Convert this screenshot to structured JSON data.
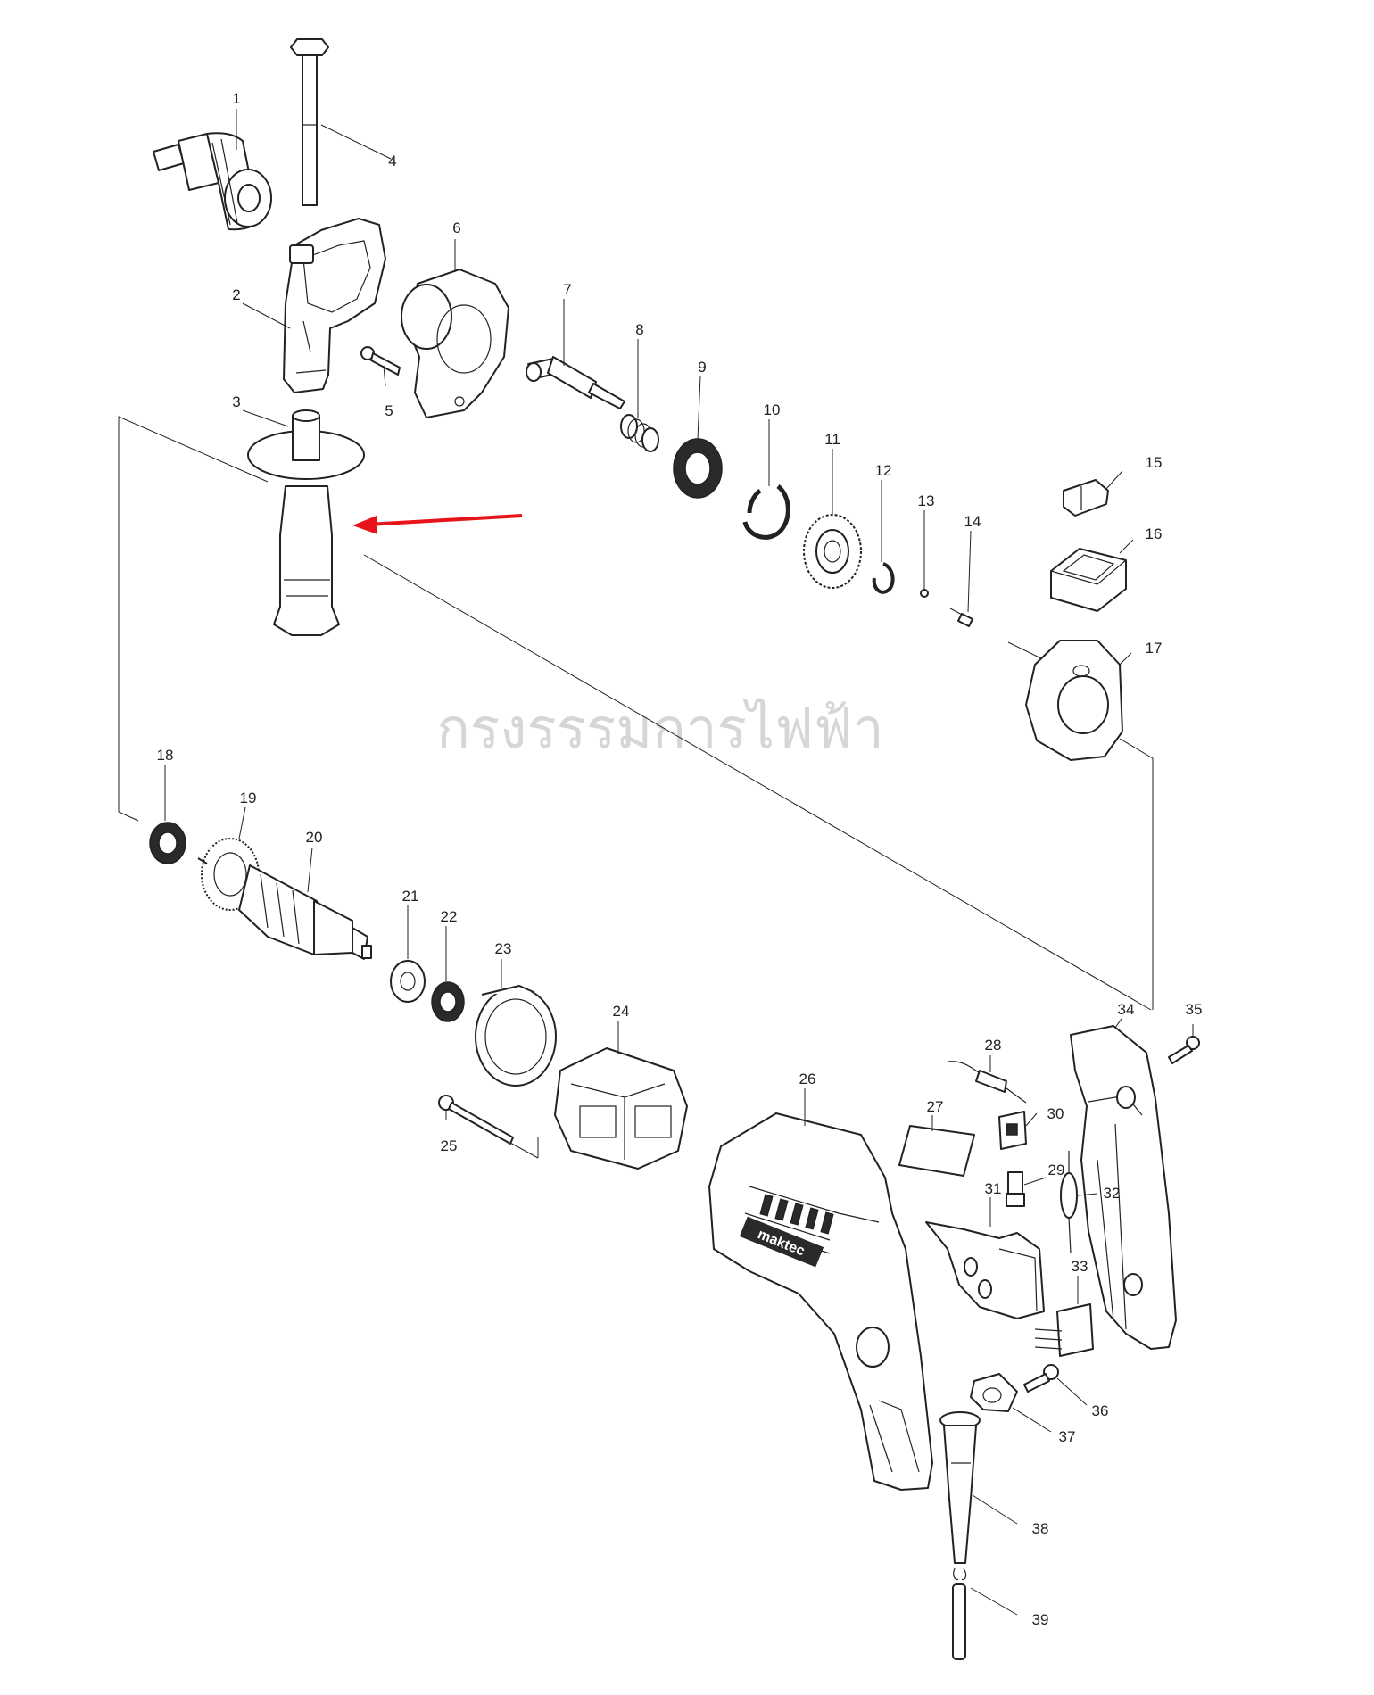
{
  "watermark": "กรงรรรมการไฟฟ้า",
  "accent_color": "#e8141b",
  "highlight": {
    "target_part": "3",
    "icon": "red-arrow-icon"
  },
  "parts": [
    {
      "id": "1",
      "label": "1",
      "icon": "keyless-chuck-icon"
    },
    {
      "id": "2",
      "label": "2",
      "icon": "side-grip-icon"
    },
    {
      "id": "3",
      "label": "3",
      "icon": "side-handle-icon"
    },
    {
      "id": "4",
      "label": "4",
      "icon": "depth-bolt-icon"
    },
    {
      "id": "5",
      "label": "5",
      "icon": "screw-icon"
    },
    {
      "id": "6",
      "label": "6",
      "icon": "gear-housing-icon"
    },
    {
      "id": "7",
      "label": "7",
      "icon": "spindle-icon"
    },
    {
      "id": "8",
      "label": "8",
      "icon": "spring-icon"
    },
    {
      "id": "9",
      "label": "9",
      "icon": "ball-bearing-icon"
    },
    {
      "id": "10",
      "label": "10",
      "icon": "retaining-ring-icon"
    },
    {
      "id": "11",
      "label": "11",
      "icon": "spur-gear-icon"
    },
    {
      "id": "12",
      "label": "12",
      "icon": "snap-ring-icon"
    },
    {
      "id": "13",
      "label": "13",
      "icon": "steel-ball-icon"
    },
    {
      "id": "14",
      "label": "14",
      "icon": "pin-icon"
    },
    {
      "id": "15",
      "label": "15",
      "icon": "change-lever-icon"
    },
    {
      "id": "16",
      "label": "16",
      "icon": "lever-holder-icon"
    },
    {
      "id": "17",
      "label": "17",
      "icon": "bearing-box-icon"
    },
    {
      "id": "18",
      "label": "18",
      "icon": "ball-bearing-icon"
    },
    {
      "id": "19",
      "label": "19",
      "icon": "fan-icon"
    },
    {
      "id": "20",
      "label": "20",
      "icon": "armature-icon"
    },
    {
      "id": "21",
      "label": "21",
      "icon": "insulation-washer-icon"
    },
    {
      "id": "22",
      "label": "22",
      "icon": "ball-bearing-icon"
    },
    {
      "id": "23",
      "label": "23",
      "icon": "baffle-plate-icon"
    },
    {
      "id": "24",
      "label": "24",
      "icon": "field-icon"
    },
    {
      "id": "25",
      "label": "25",
      "icon": "screw-icon"
    },
    {
      "id": "26",
      "label": "26",
      "icon": "motor-housing-icon"
    },
    {
      "id": "27",
      "label": "27",
      "icon": "name-plate-icon"
    },
    {
      "id": "28",
      "label": "28",
      "icon": "noise-suppressor-icon"
    },
    {
      "id": "29",
      "label": "29",
      "icon": "carbon-brush-icon"
    },
    {
      "id": "30",
      "label": "30",
      "icon": "brush-holder-icon"
    },
    {
      "id": "31",
      "label": "31",
      "icon": "switch-icon"
    },
    {
      "id": "32",
      "label": "32",
      "icon": "noise-suppressor-icon"
    },
    {
      "id": "33",
      "label": "33",
      "icon": "capacitor-icon"
    },
    {
      "id": "34",
      "label": "34",
      "icon": "handle-cover-icon"
    },
    {
      "id": "35",
      "label": "35",
      "icon": "screw-icon"
    },
    {
      "id": "36",
      "label": "36",
      "icon": "screw-icon"
    },
    {
      "id": "37",
      "label": "37",
      "icon": "strain-relief-icon"
    },
    {
      "id": "38",
      "label": "38",
      "icon": "cord-guard-icon"
    },
    {
      "id": "39",
      "label": "39",
      "icon": "power-cord-icon"
    }
  ],
  "housing_brand": "maktec"
}
